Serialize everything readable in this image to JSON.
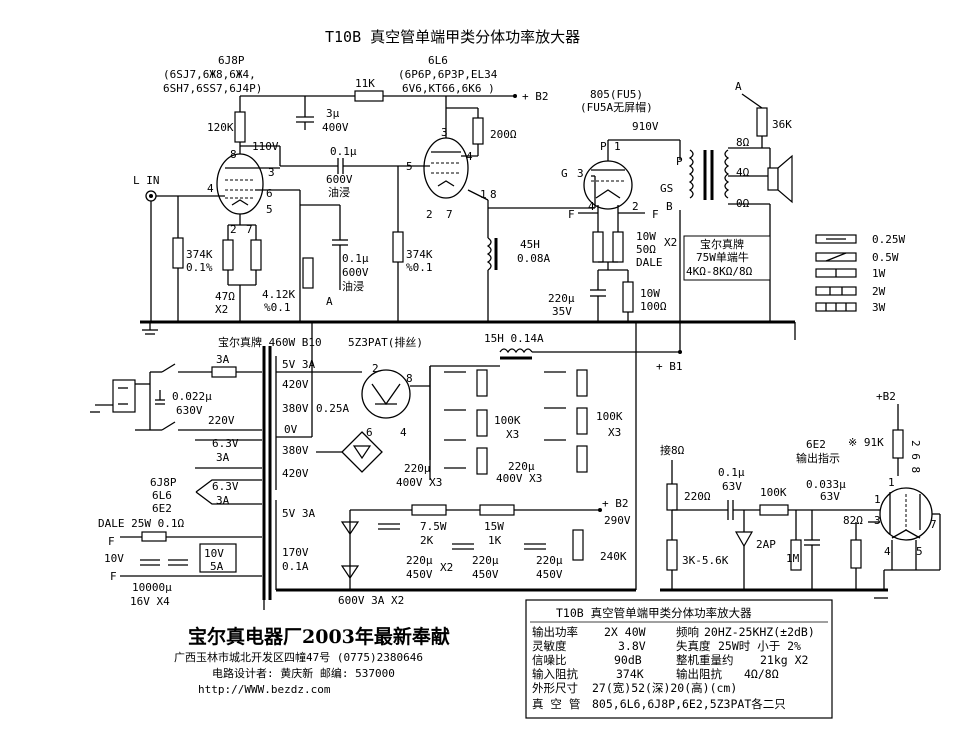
{
  "title": "T10B  真空管单端甲类分体功率放大器",
  "tubes": {
    "v1": {
      "name": "6J8P",
      "subs1": "(6SJ7,6Ж8,6Ж4,",
      "subs2": "6SH7,6SS7,6J4P)"
    },
    "v2": {
      "name": "6L6",
      "subs1": "(6P6P,6P3P,EL34",
      "subs2": "6V6,KT66,6K6 )"
    },
    "v3": {
      "name": "805(FU5)",
      "subs1": "(FU5A无屏帽)"
    },
    "v4": {
      "name": "6E2",
      "caption": "输出指示"
    }
  },
  "amp": {
    "l_in": "L IN",
    "r120k": "120K",
    "v110": "110V",
    "c3u": "3μ",
    "c3u_v": "400V",
    "r11k": "11K",
    "b2": "+ B2",
    "c01": "0.1μ",
    "c01_v": "600V",
    "c01_t": "油浸",
    "r200": "200Ω",
    "r374a": "374K",
    "r374a_t": "0.1%",
    "r47": "47Ω",
    "r47_x": "X2",
    "r412": "4.12K",
    "r412_t": "%0.1",
    "c01b": "0.1μ",
    "c01b_v": "600V",
    "c01b_t": "油浸",
    "r374b": "374K",
    "r374b_t": "%0.1",
    "ch45": "45H",
    "ch45_a": "0.08A",
    "v910": "910V",
    "r36k": "36K",
    "t_8": "8Ω",
    "t_4": "4Ω",
    "t_0": "0Ω",
    "t_p": "P",
    "t_gs": "GS",
    "t_b": "B",
    "g_label": "G",
    "f_left": "F",
    "f_right": "F",
    "r10w": "10W",
    "r50": "50Ω",
    "r50_x": "X2",
    "dale": "DALE",
    "c220": "220μ",
    "c220_v": "35V",
    "r10w_b": "10W",
    "r100": "100Ω",
    "otp_1": "宝尔真牌",
    "otp_2": "75W单端牛",
    "otp_3": "4KΩ-8KΩ/8Ω",
    "node_a": "A",
    "node_a2": "A",
    "pin8": "8",
    "pin3": "3",
    "pin4": "4",
    "pin5": "5",
    "pin6": "6",
    "pin2": "2",
    "pin7": "7",
    "pin1": "1"
  },
  "legend": [
    "0.25W",
    "0.5W",
    "1W",
    "2W",
    "3W"
  ],
  "psu": {
    "xfmr": "宝尔真牌 460W B10",
    "rect": "5Z3PAT(排丝)",
    "fuse": "3A",
    "cx": "0.022μ",
    "cx_v": "630V",
    "v220": "220V",
    "h63a": "6.3V",
    "h63a_a": "3A",
    "tubes_l1": "6J8P",
    "tubes_l2": "6L6",
    "tubes_l3": "6E2",
    "h63b": "6.3V",
    "h63b_a": "3A",
    "dale": "DALE 25W 0.1Ω",
    "f1": "F",
    "f2": "F",
    "v10": "10V",
    "reg": "10V",
    "reg_a": "5A",
    "c10000": "10000μ",
    "c10000_v": "16V X4",
    "s5v": "5V 3A",
    "s420": "420V",
    "s380": "380V",
    "i025": "0.25A",
    "s0": "0V",
    "s380b": "380V",
    "s420b": "420V",
    "s5vb": "5V 3A",
    "s170": "170V",
    "s170_a": "0.1A",
    "diode": "600V 3A X2",
    "ch15": "15H 0.14A",
    "b1": "+ B1",
    "r100k_a": "100K",
    "r100k_a_x": "X3",
    "r100k_b": "100K",
    "r100k_b_x": "X3",
    "c220a": "220μ",
    "c220a_v": "400V X3",
    "c220b": "220μ",
    "c220b_v": "400V X3",
    "b2": "+ B2",
    "v290": "290V",
    "r75": "7.5W",
    "r2k": "2K",
    "r15": "15W",
    "r1k": "1K",
    "c220c": "220μ",
    "c220c_v": "450V",
    "c220c_x": "X2",
    "c220d": "220μ",
    "c220d_v": "450V",
    "c220e": "220μ",
    "c220e_v": "450V",
    "r240": "240K"
  },
  "indicator": {
    "in8": "接8Ω",
    "r220": "220Ω",
    "c01": "0.1μ",
    "c01_v": "63V",
    "r100k": "100K",
    "c0033": "0.033μ",
    "c0033_v": "63V",
    "b2": "+B2",
    "r91k": "※ 91K",
    "r3k": "3K-5.6K",
    "d2ap": "2AP",
    "r1m": "1M",
    "r82": "82Ω",
    "pins": "2 6 8"
  },
  "footer": {
    "maker": "宝尔真电器厂2003年最新奉献",
    "addr": "广西玉林市城北开发区四幢47号  (0775)2380646",
    "designer": "电路设计者: 黄庆新        邮编: 537000",
    "url": "http://WWW.bezdz.com"
  },
  "specs": {
    "title": "T10B  真空管单端甲类分体功率放大器",
    "rows": [
      {
        "k1": "输出功率",
        "v1": "2X 40W",
        "k2": "频响",
        "v2": "20HZ-25KHZ(±2dB)"
      },
      {
        "k1": "灵敏度",
        "v1": "3.8V",
        "k2": "失真度",
        "v2": "25W时 小于 2%"
      },
      {
        "k1": "信噪比",
        "v1": "90dB",
        "k2": "整机重量约",
        "v2": "21kg X2"
      },
      {
        "k1": "输入阻抗",
        "v1": "374K",
        "k2": "输出阻抗",
        "v2": "4Ω/8Ω"
      },
      {
        "k1": "外形尺寸",
        "v1": "27(宽)52(深)20(高)(cm)",
        "k2": "",
        "v2": ""
      },
      {
        "k1": "真 空 管",
        "v1": "805,6L6,6J8P,6E2,5Z3PAT各二只",
        "k2": "",
        "v2": ""
      }
    ]
  }
}
